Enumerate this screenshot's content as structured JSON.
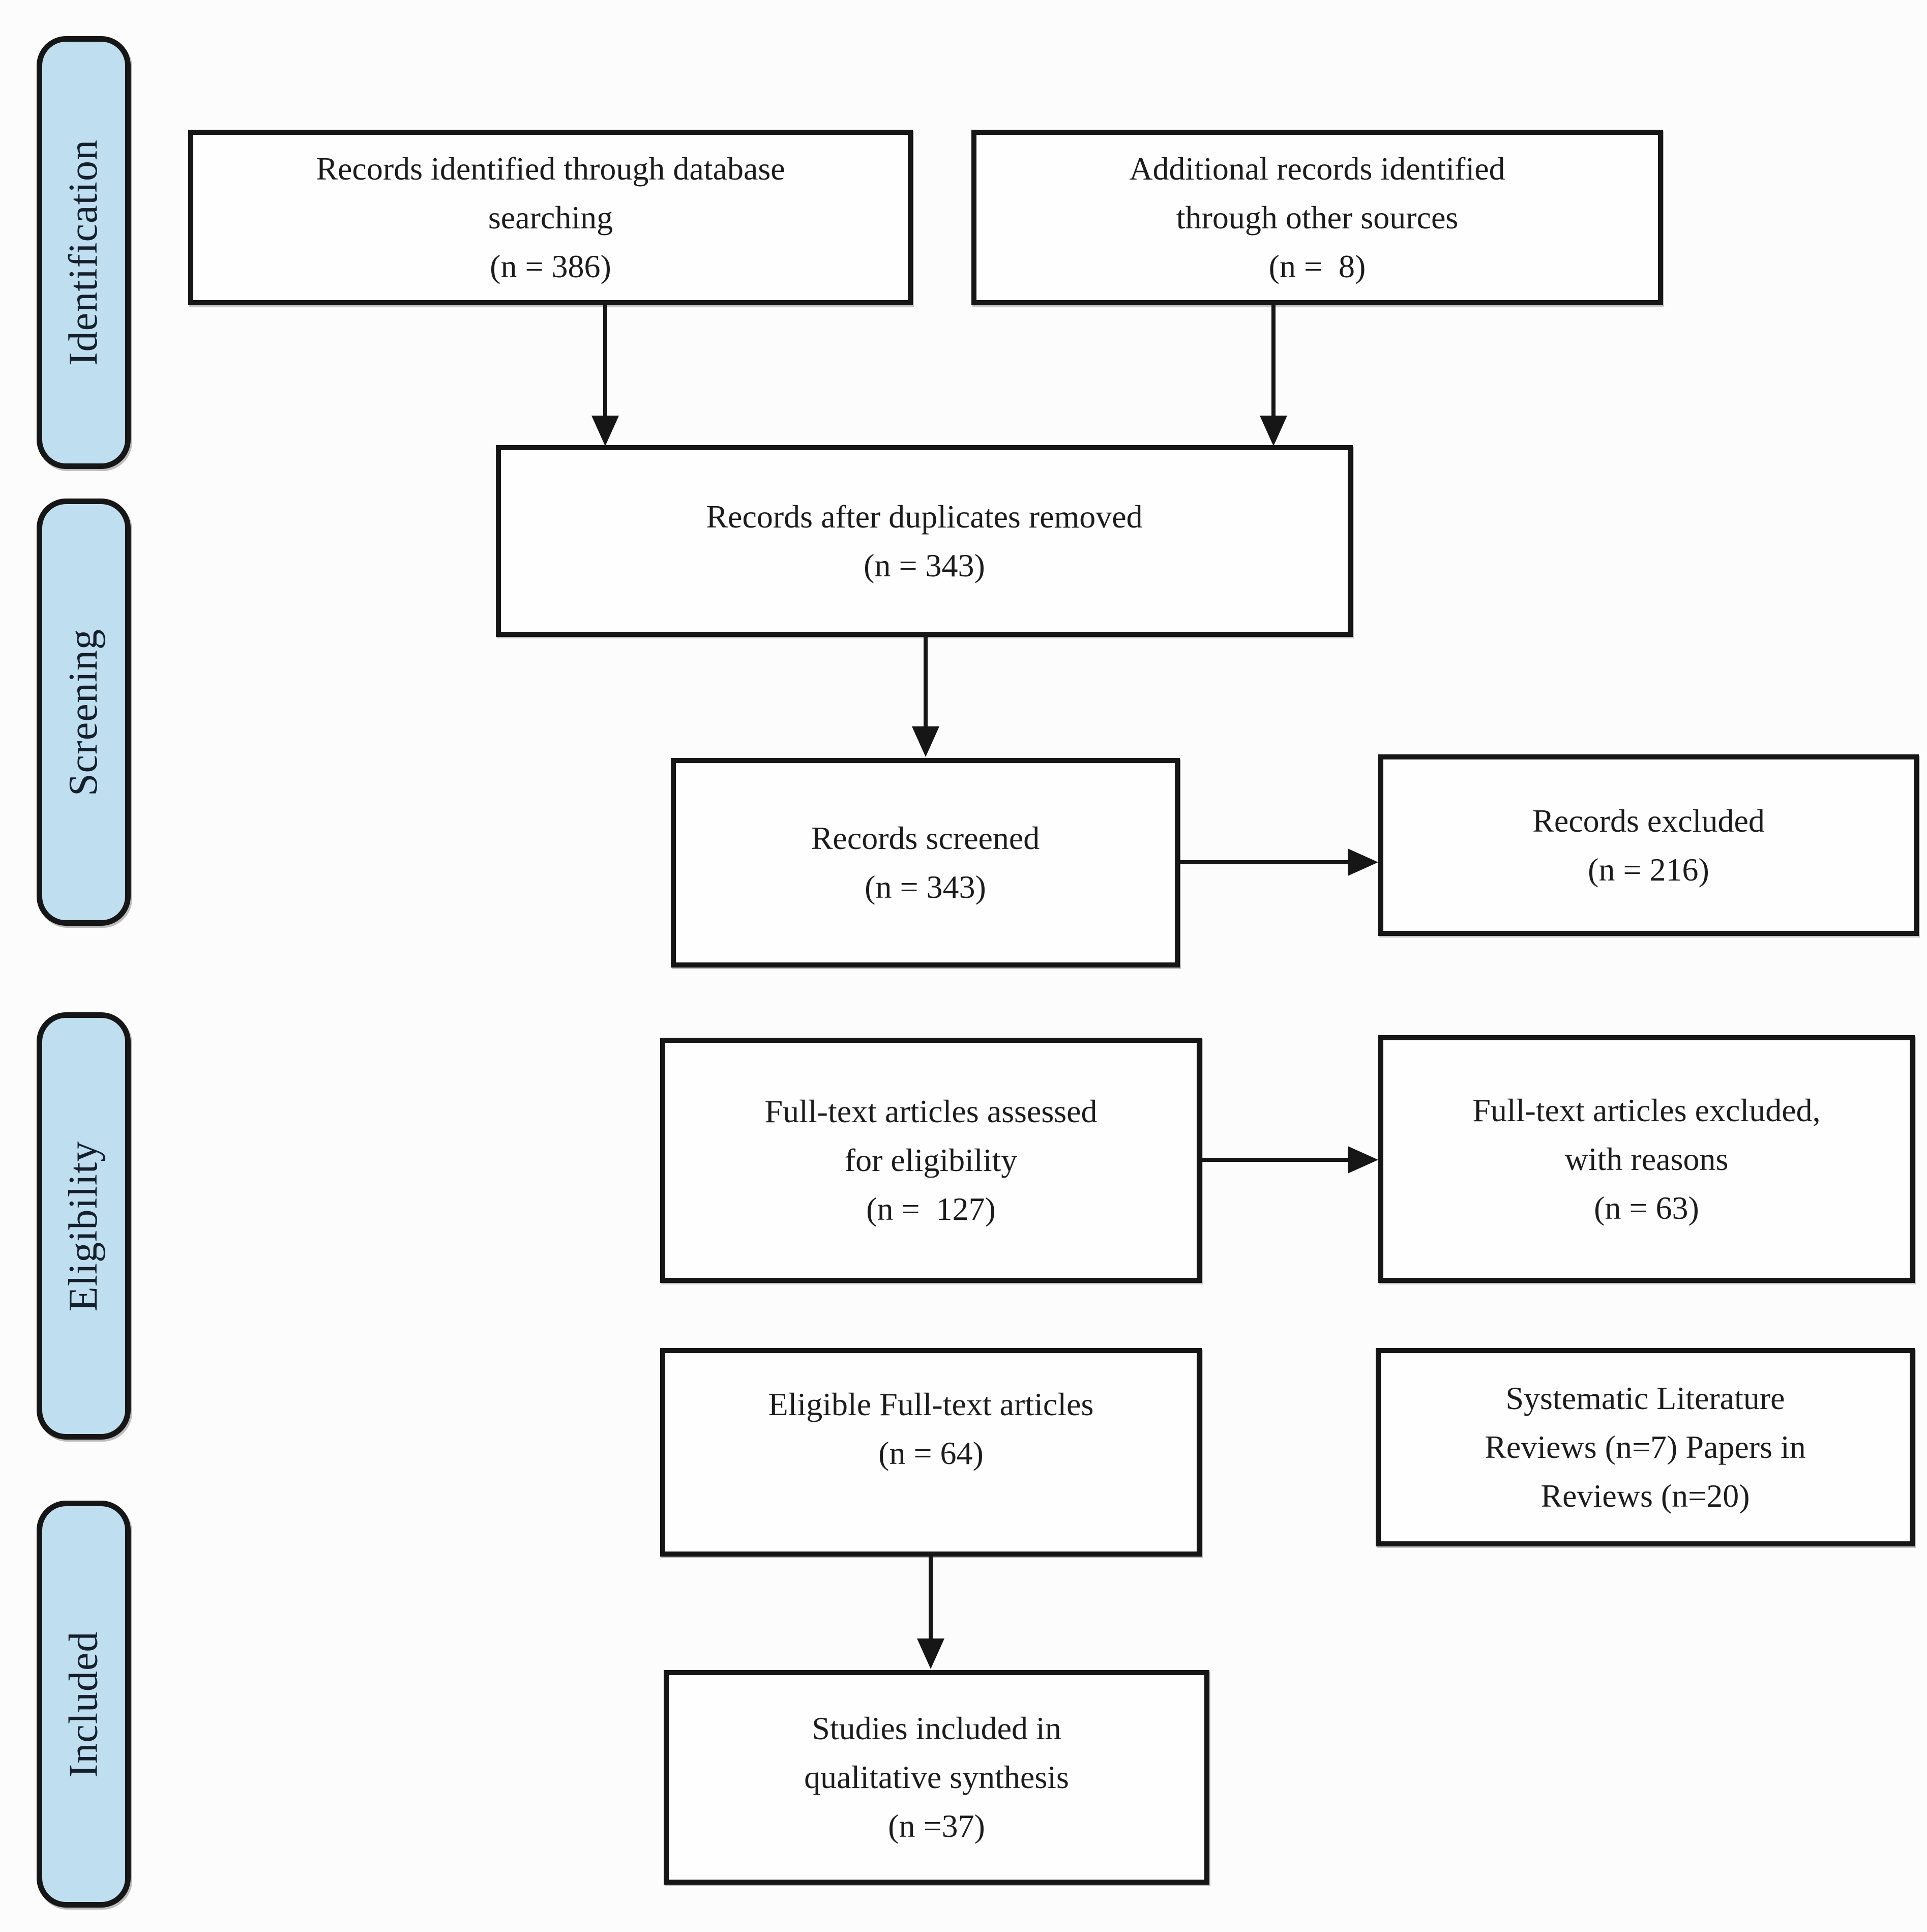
{
  "figure_type": "prisma-flow-diagram",
  "colors": {
    "page_bg": "#fcfcfc",
    "box_fill": "#fefefe",
    "sidebar_fill": "#bfdff0",
    "line_color": "#161616",
    "text_color": "#1c1c1c"
  },
  "sidebar": {
    "items": [
      {
        "label": "Identification"
      },
      {
        "label": "Screening"
      },
      {
        "label": "Eligibility"
      },
      {
        "label": "Included"
      }
    ]
  },
  "boxes": {
    "records_identified": {
      "text": "Records identified through database\nsearching\n(n = 386)",
      "n": 386
    },
    "additional_records": {
      "text": "Additional records identified\nthrough other sources\n(n =  8)",
      "n": 8
    },
    "after_duplicates": {
      "text": "Records after duplicates removed\n(n = 343)",
      "n": 343
    },
    "records_screened": {
      "text": "Records screened\n(n = 343)",
      "n": 343
    },
    "records_excluded": {
      "text": "Records excluded\n(n = 216)",
      "n": 216
    },
    "fulltext_assessed": {
      "text": "Full-text articles assessed\nfor eligibility\n(n =  127)",
      "n": 127
    },
    "fulltext_excluded": {
      "text": "Full-text articles excluded,\nwith reasons\n(n = 63)",
      "n": 63
    },
    "eligible_fulltext": {
      "text": "Eligible Full-text articles\n(n = 64)",
      "n": 64
    },
    "systematic_reviews": {
      "text": "Systematic Literature\nReviews (n=7) Papers in\nReviews (n=20)",
      "n_reviews": 7,
      "n_papers_in_reviews": 20
    },
    "studies_included": {
      "text": "Studies included in\nqualitative synthesis\n(n =37)",
      "n": 37
    }
  }
}
